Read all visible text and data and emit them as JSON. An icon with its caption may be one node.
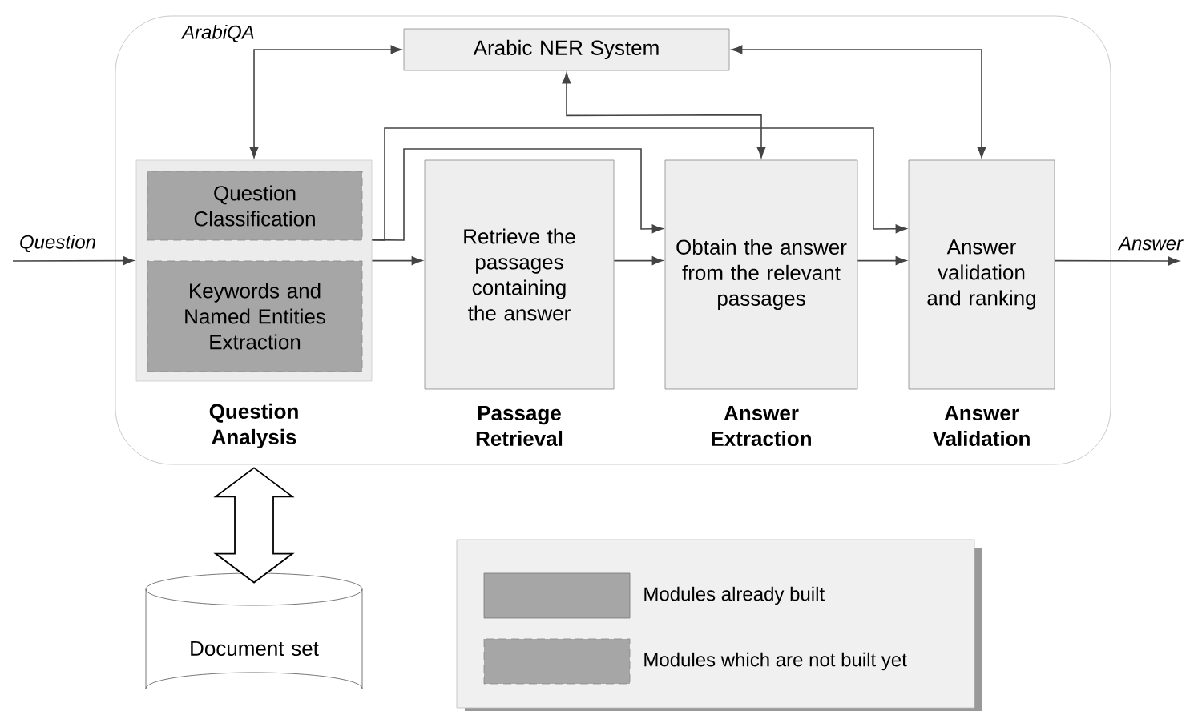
{
  "diagram": {
    "nodes": [
      {
        "text": [
          "ArabiQA"
        ]
      },
      {
        "text": [
          "Arabic NER System"
        ],
        "in": 0
      },
      {
        "text": [
          "Question Analysis"
        ],
        "in": 0
      },
      {
        "text": [
          "Question Classification"
        ],
        "in": 2
      },
      {
        "text": [
          "Keywords and Named Entities Extraction"
        ],
        "in": 2
      },
      {
        "text": [
          "Retrieve the passages containing the answer",
          "Passage Retrieval"
        ],
        "in": 0
      },
      {
        "text": [
          "Obtain the answer from the relevant passages",
          "Answer Extraction"
        ],
        "in": 0
      },
      {
        "text": [
          "Answer validation and ranking",
          "Answer Validation"
        ],
        "in": 0
      },
      {
        "text": [
          "Document set"
        ]
      }
    ],
    "edges": [
      {
        "from": 2,
        "to": 1,
        "arrow": "both"
      },
      {
        "from": 1,
        "to": 6,
        "arrow": "both"
      },
      {
        "from": 2,
        "to": 6,
        "arrow": "to"
      },
      {
        "from": 2,
        "to": 7,
        "arrow": "to"
      },
      {
        "from": 2,
        "to": 5,
        "arrow": "to"
      },
      {
        "from": 5,
        "to": 6,
        "arrow": "to"
      },
      {
        "from": 6,
        "to": 7,
        "arrow": "to"
      },
      {
        "from": 1,
        "to": 7,
        "arrow": "both"
      },
      {
        "from": null,
        "to": 2,
        "arrow": "to",
        "label": "Question"
      },
      {
        "from": 7,
        "to": null,
        "arrow": "to",
        "label": "Answer"
      },
      {
        "from": 2,
        "to": 8,
        "arrow": "both",
        "style": "thick"
      }
    ],
    "legend": [
      {
        "text": "Modules already built",
        "color": "#a6a6a6"
      },
      {
        "text": "Modules which are not built yet"
      }
    ]
  }
}
